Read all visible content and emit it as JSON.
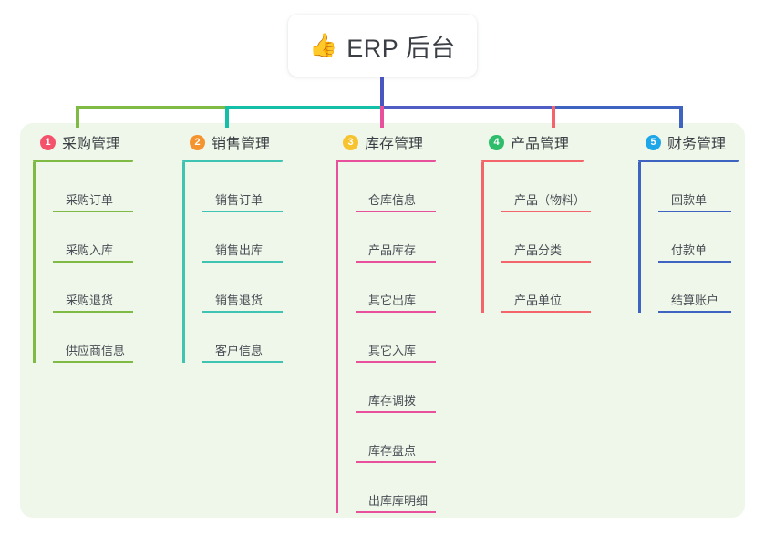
{
  "root": {
    "icon": "thumbs-up-icon",
    "emoji": "👍",
    "title": "ERP 后台"
  },
  "colors": {
    "panel_bg": "#eef7e9",
    "root_stem": "#4a56bf",
    "rail_green": "#7fba44",
    "rail_teal": "#13bfa6",
    "rail_indigo": "#4f5dc4",
    "rail_blue": "#3f63c0"
  },
  "branches": [
    {
      "badge": "1",
      "badge_color": "#f4526b",
      "line_color": "#7fba44",
      "title": "采购管理",
      "children": [
        {
          "label": "采购订单"
        },
        {
          "label": "采购入库"
        },
        {
          "label": "采购退货"
        },
        {
          "label": "供应商信息"
        }
      ]
    },
    {
      "badge": "2",
      "badge_color": "#f5932e",
      "line_color": "#3fc4b4",
      "title": "销售管理",
      "children": [
        {
          "label": "销售订单"
        },
        {
          "label": "销售出库"
        },
        {
          "label": "销售退货"
        },
        {
          "label": "客户信息"
        }
      ]
    },
    {
      "badge": "3",
      "badge_color": "#f7c32e",
      "line_color": "#e8509c",
      "title": "库存管理",
      "children": [
        {
          "label": "仓库信息"
        },
        {
          "label": "产品库存"
        },
        {
          "label": "其它出库"
        },
        {
          "label": "其它入库"
        },
        {
          "label": "库存调拨"
        },
        {
          "label": "库存盘点"
        },
        {
          "label": "出库库明细"
        }
      ]
    },
    {
      "badge": "4",
      "badge_color": "#2ebd6b",
      "line_color": "#f4656b",
      "title": "产品管理",
      "children": [
        {
          "label": "产品（物料）"
        },
        {
          "label": "产品分类"
        },
        {
          "label": "产品单位"
        }
      ]
    },
    {
      "badge": "5",
      "badge_color": "#1ea7e8",
      "line_color": "#3f63c0",
      "title": "财务管理",
      "children": [
        {
          "label": "回款单"
        },
        {
          "label": "付款单"
        },
        {
          "label": "结算账户"
        }
      ]
    }
  ]
}
